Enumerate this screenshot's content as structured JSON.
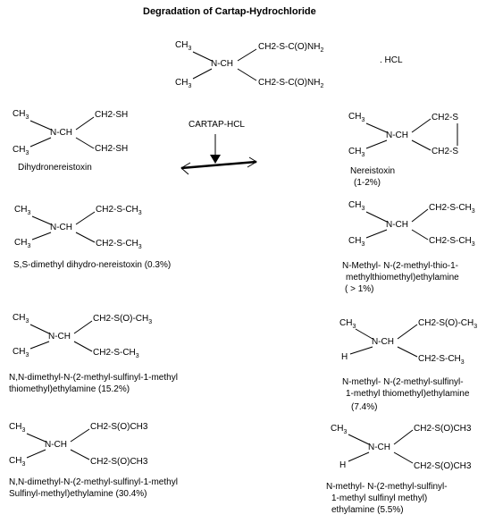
{
  "title": "Degradation of Cartap-Hydrochloride",
  "colors": {
    "ink": "#000000",
    "background": "#ffffff"
  },
  "groups": {
    "ch3": "CH",
    "three": "3",
    "two": "2",
    "nch": "N-CH",
    "ch2sh": "CH2-SH",
    "ch2s": "CH2-S",
    "ch2s_ch": "CH2-S-CH",
    "ch2so_ch": "CH2-S(O)-CH",
    "ch2so_ch3": "CH2-S(O)CH3",
    "ch2s_c_o_nh": "CH2-S-C(O)NH",
    "h": "H",
    "hcl": ". HCL"
  },
  "reaction": {
    "reagent": "CARTAP-HCL"
  },
  "compounds": {
    "dihydro": {
      "name": "Dihydronereistoxin"
    },
    "nereis": {
      "name": "Nereistoxin",
      "yield": "(1-2%)"
    },
    "ss_dimethyl": {
      "name": "S,S-dimethyl dihydro-nereistoxin (0.3%)"
    },
    "n_methyl_thio": {
      "line1": "N-Methyl- N-(2-methyl-thio-1-",
      "line2": "methylthiomethyl)ethylamine",
      "line3": "( > 1%)"
    },
    "nn_sulfinyl": {
      "line1": "N,N-dimethyl-N-(2-methyl-sulfinyl-1-methyl",
      "line2": "thiomethyl)ethylamine (15.2%)"
    },
    "n_methyl_sulfinyl": {
      "line1": "N-methyl- N-(2-methyl-sulfinyl-",
      "line2": "1-methyl thiomethyl)ethylamine",
      "line3": "(7.4%)"
    },
    "nn_disulfinyl": {
      "line1": "N,N-dimethyl-N-(2-methyl-sulfinyl-1-methyl",
      "line2": "Sulfinyl-methyl)ethylamine (30.4%)"
    },
    "n_methyl_disulfinyl": {
      "line1": "N-methyl- N-(2-methyl-sulfinyl-",
      "line2": "1-methyl sulfinyl methyl)",
      "line3": "ethylamine (5.5%)"
    }
  }
}
